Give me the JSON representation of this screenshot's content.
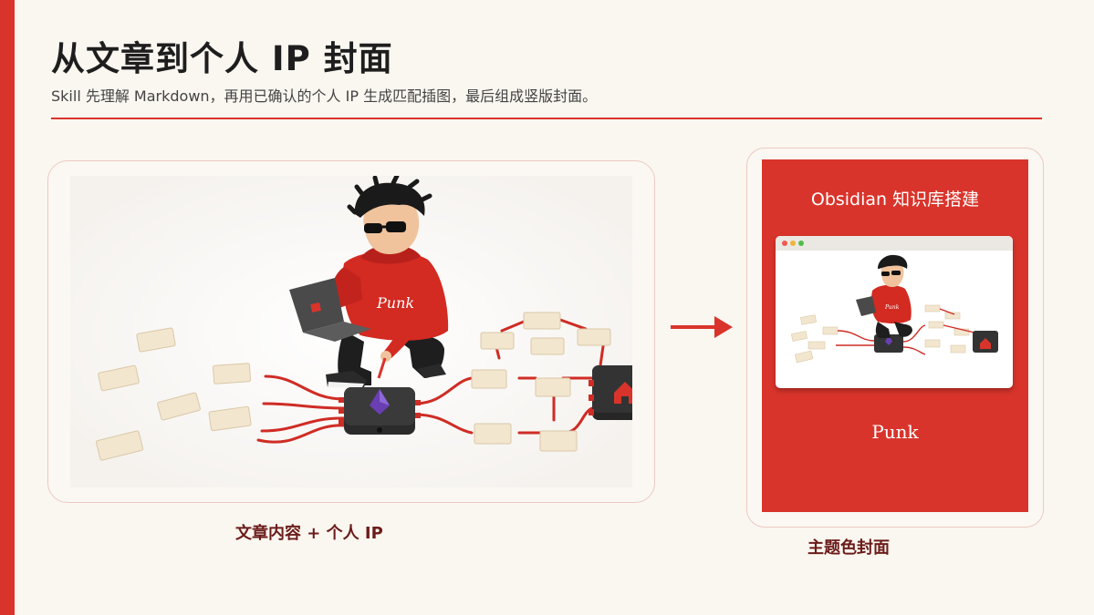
{
  "header": {
    "title": "从文章到个人 IP 封面",
    "subtitle": "Skill 先理解 Markdown，再用已确认的个人 IP 生成匹配插图，最后组成竖版封面。"
  },
  "left_panel": {
    "caption": "文章内容 + 个人 IP",
    "hoodie_text": "Punk"
  },
  "right_panel": {
    "cover_title": "Obsidian 知识库搭建",
    "hoodie_text": "Punk",
    "brand": "Punk",
    "caption": "主题色封面"
  },
  "colors": {
    "accent": "#d9342b",
    "caption": "#6b1c1a",
    "background": "#faf6f0",
    "card_border": "#ecc9c3"
  }
}
